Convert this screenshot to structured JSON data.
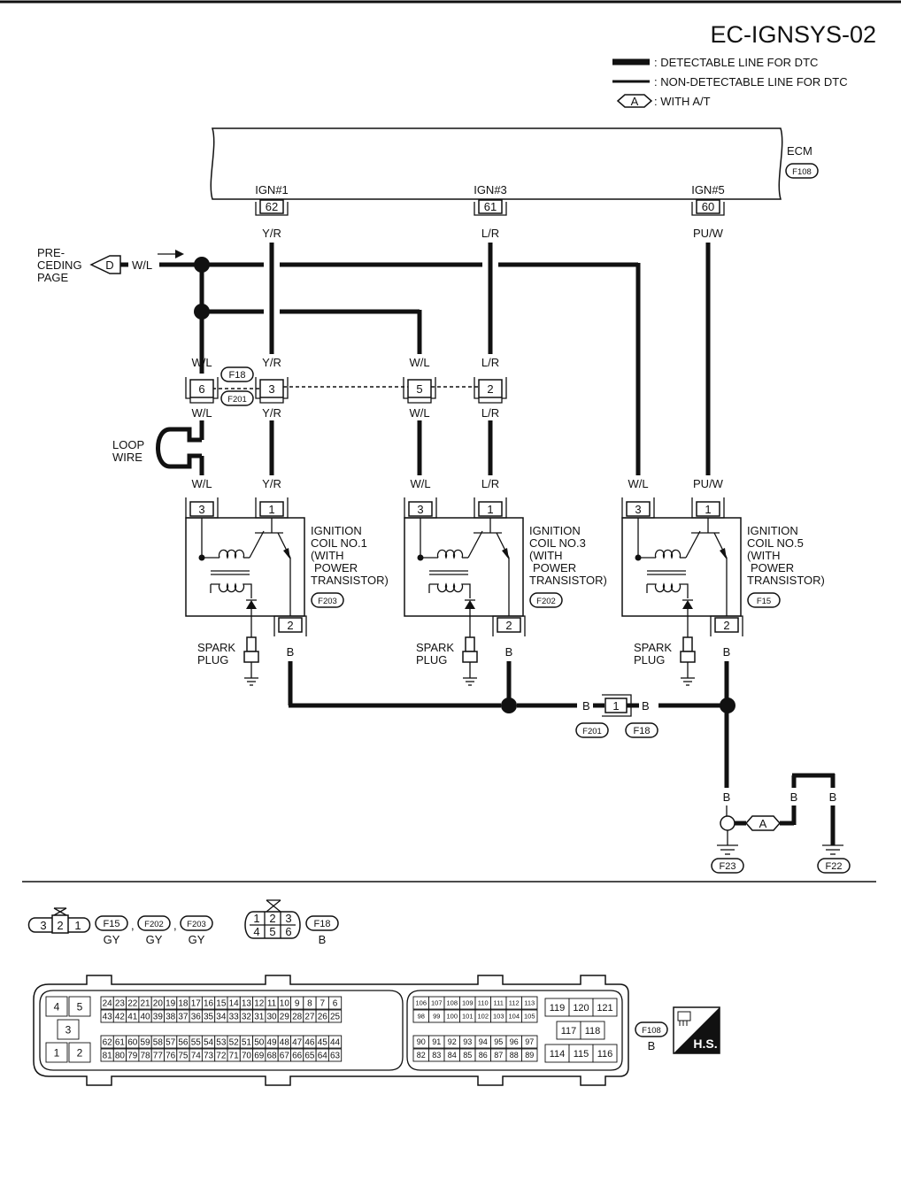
{
  "title": "EC-IGNSYS-02",
  "legend": {
    "detectable": ": DETECTABLE LINE FOR DTC",
    "non_detectable": ": NON-DETECTABLE LINE FOR DTC",
    "with_at_symbol": "A",
    "with_at": ": WITH A/T"
  },
  "ecm": {
    "label": "ECM",
    "connector": "F108",
    "terminals": [
      {
        "name": "IGN#1",
        "pin": "62",
        "wire": "Y/R"
      },
      {
        "name": "IGN#3",
        "pin": "61",
        "wire": "L/R"
      },
      {
        "name": "IGN#5",
        "pin": "60",
        "wire": "PU/W"
      }
    ]
  },
  "preceding_page": {
    "line1": "PRE-",
    "line2": "CEDING",
    "line3": "PAGE",
    "symbol": "D",
    "wire": "W/L"
  },
  "joint_connector": {
    "conn_a": "F18",
    "conn_b": "F201",
    "pins": [
      {
        "pin": "6",
        "top": "W/L",
        "bottom": "W/L"
      },
      {
        "pin": "3",
        "top": "Y/R",
        "bottom": "Y/R"
      },
      {
        "pin": "5",
        "top": "W/L",
        "bottom": "W/L"
      },
      {
        "pin": "2",
        "top": "L/R",
        "bottom": "L/R"
      }
    ]
  },
  "loop_wire": {
    "line1": "LOOP",
    "line2": "WIRE"
  },
  "coils": [
    {
      "w3": "W/L",
      "w1": "Y/R",
      "pin3": "3",
      "pin1": "1",
      "pin2": "2",
      "l1": "IGNITION",
      "l2": "COIL NO.1",
      "l3": "(WITH",
      "l4": "POWER",
      "l5": "TRANSISTOR)",
      "connector": "F203",
      "ground_wire": "B"
    },
    {
      "w3": "W/L",
      "w1": "L/R",
      "pin3": "3",
      "pin1": "1",
      "pin2": "2",
      "l1": "IGNITION",
      "l2": "COIL NO.3",
      "l3": "(WITH",
      "l4": "POWER",
      "l5": "TRANSISTOR)",
      "connector": "F202",
      "ground_wire": "B"
    },
    {
      "w3": "W/L",
      "w1": "PU/W",
      "pin3": "3",
      "pin1": "1",
      "pin2": "2",
      "l1": "IGNITION",
      "l2": "COIL NO.5",
      "l3": "(WITH",
      "l4": "POWER",
      "l5": "TRANSISTOR)",
      "connector": "F15",
      "ground_wire": "B"
    }
  ],
  "spark_plug": {
    "line1": "SPARK",
    "line2": "PLUG"
  },
  "ground_joint": {
    "pin": "1",
    "wire_left": "B",
    "wire_right": "B",
    "conn_a": "F201",
    "conn_b": "F18"
  },
  "grounds": {
    "wire": "B",
    "with_at_symbol": "A",
    "wire_a": "B",
    "wire_b": "B",
    "f23": "F23",
    "f22": "F22"
  },
  "connector_views": {
    "three_pin": [
      "3",
      "2",
      "1"
    ],
    "three_pin_refs": [
      {
        "conn": "F15",
        "color": "GY"
      },
      {
        "conn": "F202",
        "color": "GY"
      },
      {
        "conn": "F203",
        "color": "GY"
      }
    ],
    "comma": ",",
    "six_pin_top": [
      "1",
      "2",
      "3"
    ],
    "six_pin_bottom": [
      "4",
      "5",
      "6"
    ],
    "six_pin_ref": {
      "conn": "F18",
      "color": "B"
    },
    "ecm_ref": {
      "conn": "F108",
      "color": "B"
    },
    "hs": "H.S."
  }
}
